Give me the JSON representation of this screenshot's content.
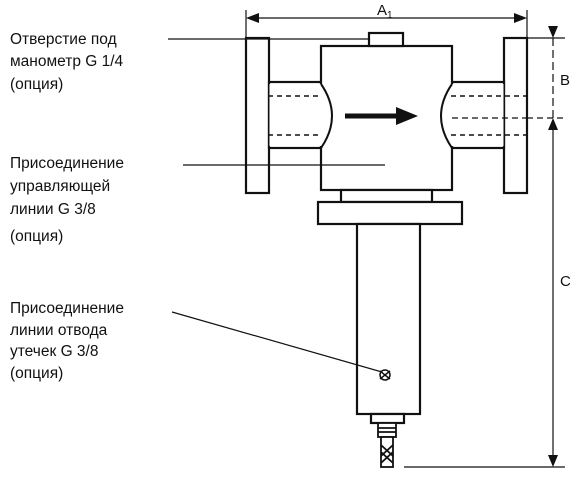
{
  "callouts": {
    "gauge": [
      "Отверстие под",
      "манометр G 1/4",
      "(опция)"
    ],
    "control": [
      "Присоединение",
      "управляющей",
      "линии G 3/8",
      "(опция)"
    ],
    "leak": [
      "Присоединение",
      "линии отвода",
      "утечек G 3/8",
      "(опция)"
    ]
  },
  "dimensions": {
    "a1": "A",
    "a1_sub": "1",
    "b": "B",
    "c": "C"
  },
  "colors": {
    "line": "#111111",
    "body_fill": "#ffffff"
  }
}
